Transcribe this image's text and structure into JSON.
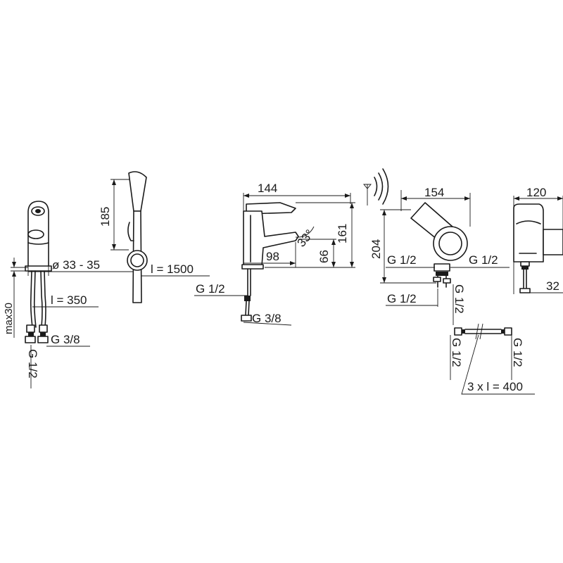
{
  "views": {
    "side": {
      "diameter": "ø 33 - 35",
      "max_thickness": "max30",
      "hose_length": "l = 350",
      "thread_top": "G 3/8",
      "thread_bottom": "G 1/2"
    },
    "shower": {
      "height": "185",
      "hose_length": "l = 1500"
    },
    "faucet": {
      "width": "144",
      "height": "161",
      "spout": "98",
      "spout_height": "66",
      "angle": "33°",
      "inlet": "G 1/2",
      "outlet": "G 3/8"
    },
    "control_unit": {
      "width": "154",
      "height": "204",
      "inlet_left": "G 1/2",
      "inlet_right": "G 1/2",
      "bottom_left": "G 1/2",
      "bottom_vertical": "G 1/2"
    },
    "control_side": {
      "width": "120",
      "depth": "32"
    },
    "connection_hose": {
      "thread_left": "G 1/2",
      "thread_right": "G 1/2",
      "quantity_length": "3 x  l = 400"
    }
  }
}
